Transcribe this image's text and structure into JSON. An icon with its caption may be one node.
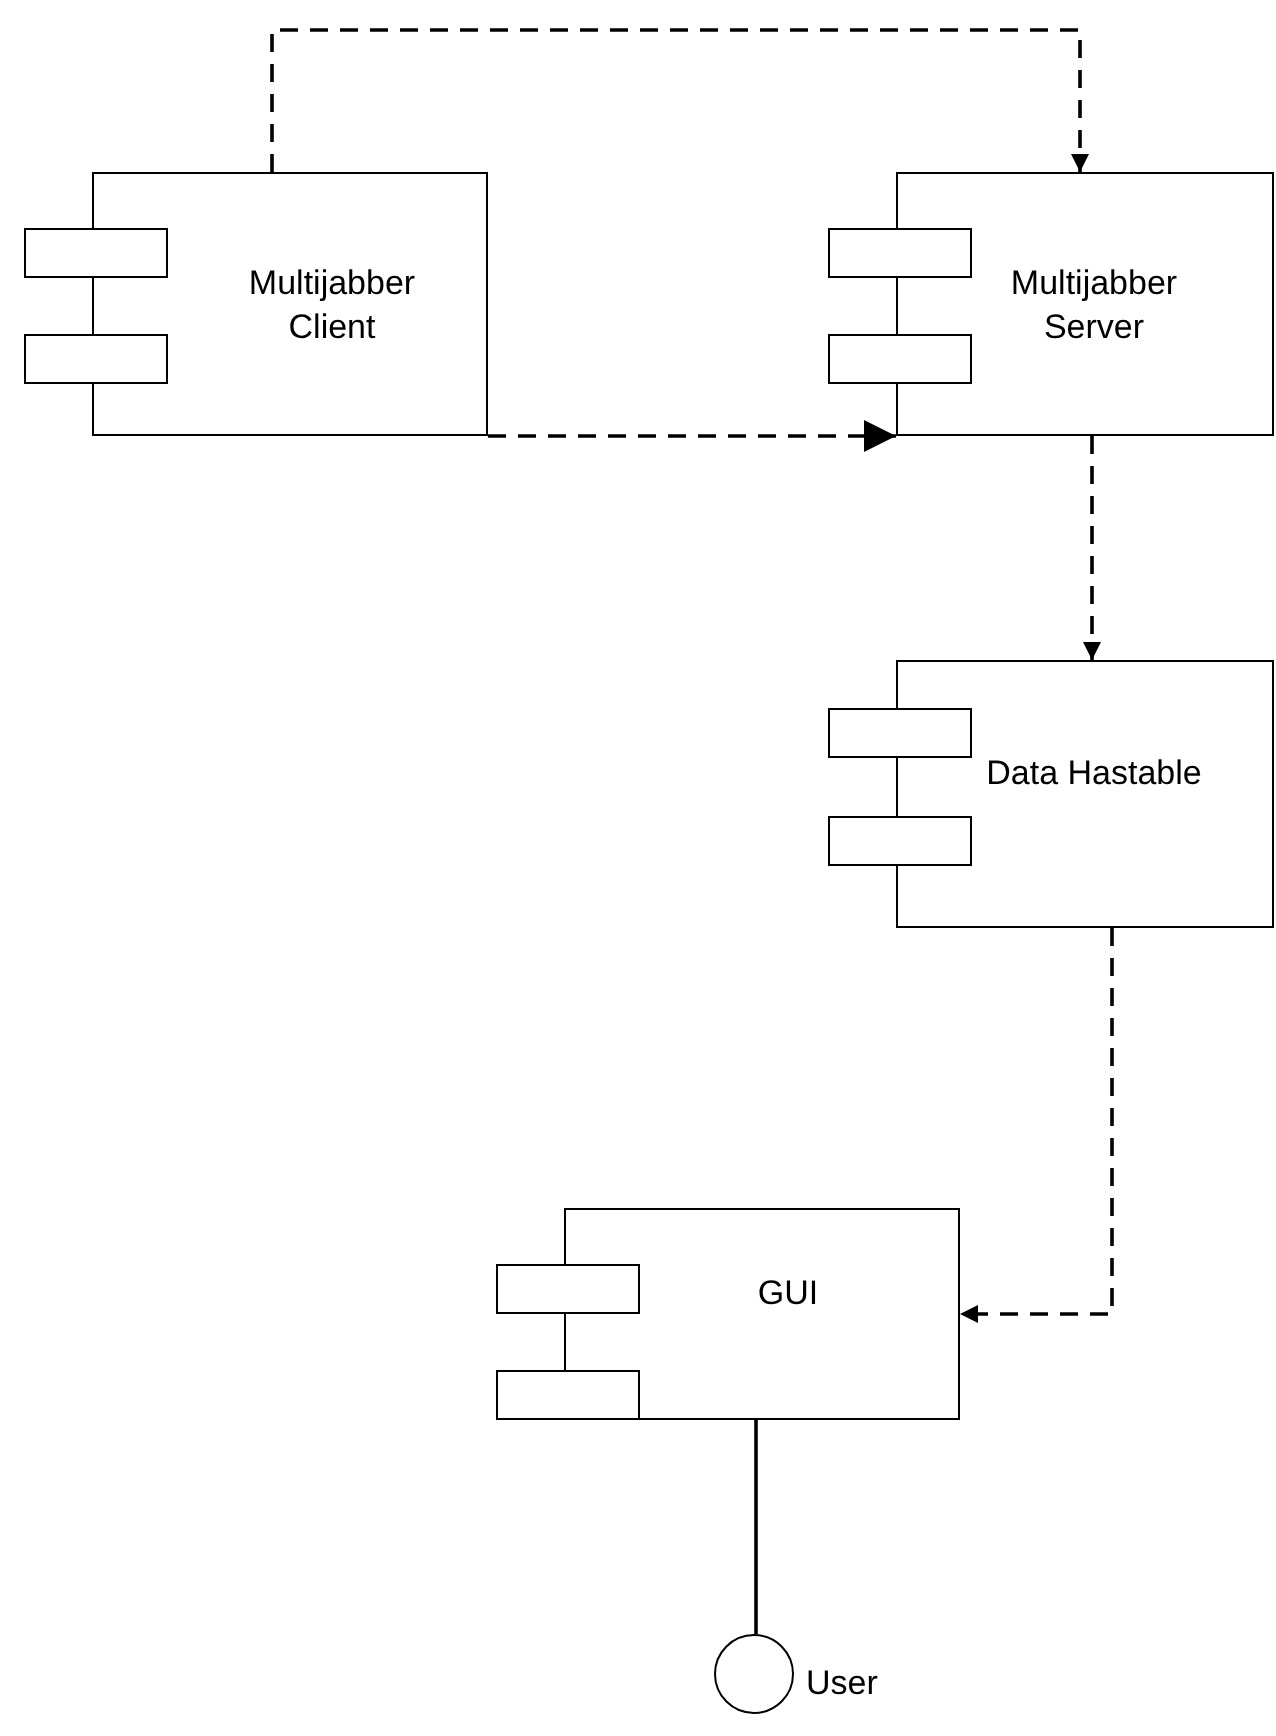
{
  "diagram": {
    "nodes": [
      {
        "text": [
          "Multijabber Client"
        ]
      },
      {
        "text": [
          "Multijabber Server"
        ]
      },
      {
        "text": [
          "Data Hastable"
        ]
      },
      {
        "text": [
          "GUI"
        ]
      },
      {
        "text": [],
        "shape": "circle",
        "beside": [
          "User"
        ]
      }
    ],
    "edges": [
      {
        "from": 0,
        "to": 1,
        "arrow": "to",
        "style": "dashed"
      },
      {
        "from": 0,
        "to": 1,
        "arrow": "to",
        "style": "dashed"
      },
      {
        "from": 1,
        "to": 2,
        "arrow": "to",
        "style": "dashed"
      },
      {
        "from": 2,
        "to": 3,
        "arrow": "to",
        "style": "dashed"
      },
      {
        "from": 3,
        "to": 4,
        "arrow": "none"
      }
    ]
  }
}
